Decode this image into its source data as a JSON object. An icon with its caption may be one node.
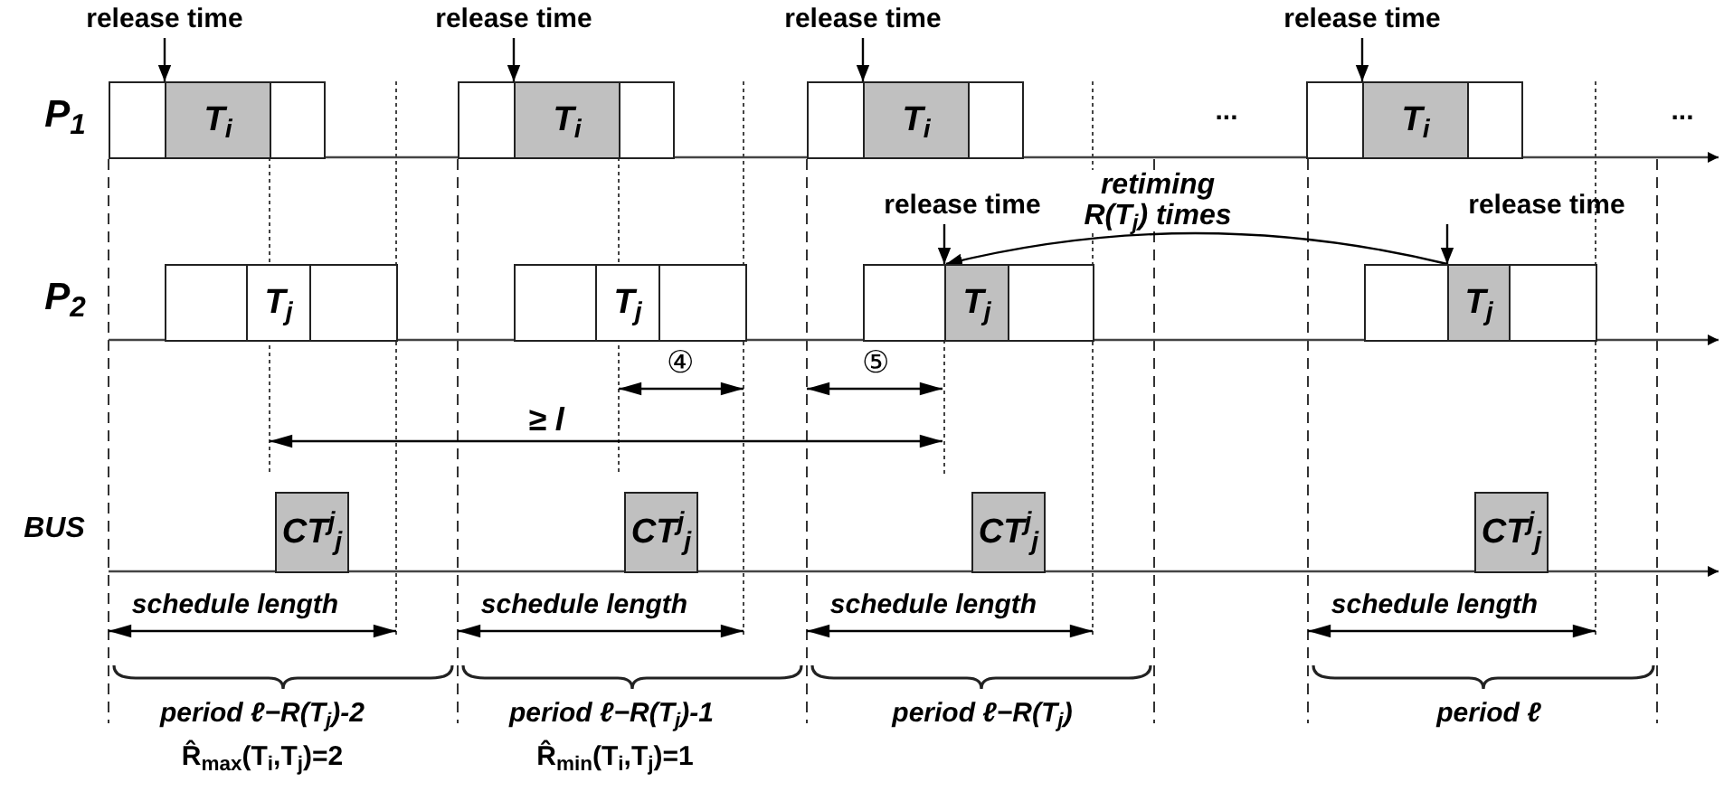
{
  "diagram": {
    "nodes": [
      {
        "text": [
          "release time"
        ]
      },
      {
        "text": [
          "release time"
        ]
      },
      {
        "text": [
          "release time"
        ]
      },
      {
        "text": [
          "release time"
        ]
      },
      {
        "text": [],
        "shape": "box"
      },
      {
        "text": [
          "T$_{i}$"
        ]
      },
      {
        "text": [],
        "shape": "box"
      },
      {
        "text": [],
        "shape": "box"
      },
      {
        "text": [
          "T$_{i}$"
        ]
      },
      {
        "text": [],
        "shape": "box"
      },
      {
        "text": [],
        "shape": "box"
      },
      {
        "text": [
          "T$_{i}$"
        ]
      },
      {
        "text": [],
        "shape": "box"
      },
      {
        "text": [],
        "shape": "box"
      },
      {
        "text": [
          "T$_{i}$"
        ]
      },
      {
        "text": [],
        "shape": "box"
      },
      {
        "text": [
          "release time"
        ]
      },
      {
        "text": [
          "release time"
        ]
      },
      {
        "text": [],
        "shape": "box"
      },
      {
        "text": [
          "T$_{j}$"
        ]
      },
      {
        "text": [],
        "shape": "box"
      },
      {
        "text": [],
        "shape": "box"
      },
      {
        "text": [
          "T$_{j}$"
        ]
      },
      {
        "text": [],
        "shape": "box"
      },
      {
        "text": [],
        "shape": "box"
      },
      {
        "text": [
          "T$_{j}$"
        ]
      },
      {
        "text": [],
        "shape": "box"
      },
      {
        "text": [],
        "shape": "box"
      },
      {
        "text": [
          "T$_{j}$"
        ]
      },
      {
        "text": [],
        "shape": "box"
      },
      {
        "text": [
          "CT$^{j}$$_{j}$"
        ]
      },
      {
        "text": [
          "CT$^{j}$$_{j}$"
        ]
      },
      {
        "text": [
          "CT$^{j}$$_{j}$"
        ]
      },
      {
        "text": [
          "CT$^{j}$$_{j}$"
        ]
      }
    ],
    "edges": [
      {
        "from": 0,
        "to": 5,
        "arrow": "to"
      },
      {
        "from": 1,
        "to": 8,
        "arrow": "to"
      },
      {
        "from": 2,
        "to": 11,
        "arrow": "to"
      },
      {
        "from": 3,
        "to": 14,
        "arrow": "to"
      },
      {
        "from": 16,
        "to": 25,
        "arrow": "to"
      },
      {
        "from": 17,
        "to": 28,
        "arrow": "to"
      },
      {
        "from": 28,
        "to": 25,
        "arrow": "to",
        "label": "retiming R(T$_{j}$) times"
      }
    ],
    "labels": [
      "P$_{1}$",
      "...",
      "...",
      "P$_{2}$",
      "④",
      "⑤",
      "≥ l",
      "BUS",
      "schedule length",
      "schedule length",
      "schedule length",
      "schedule length",
      "period ℓ−R(T$_{j}$)-2",
      "period ℓ−R(T$_{j}$)-1",
      "period ℓ−R(T$_{j}$)",
      "period ℓ",
      "R̂$_{max}$(T$_{i}$,T$_{j}$)=2",
      "R̂$_{min}$(T$_{i}$,T$_{j}$)=1"
    ]
  }
}
